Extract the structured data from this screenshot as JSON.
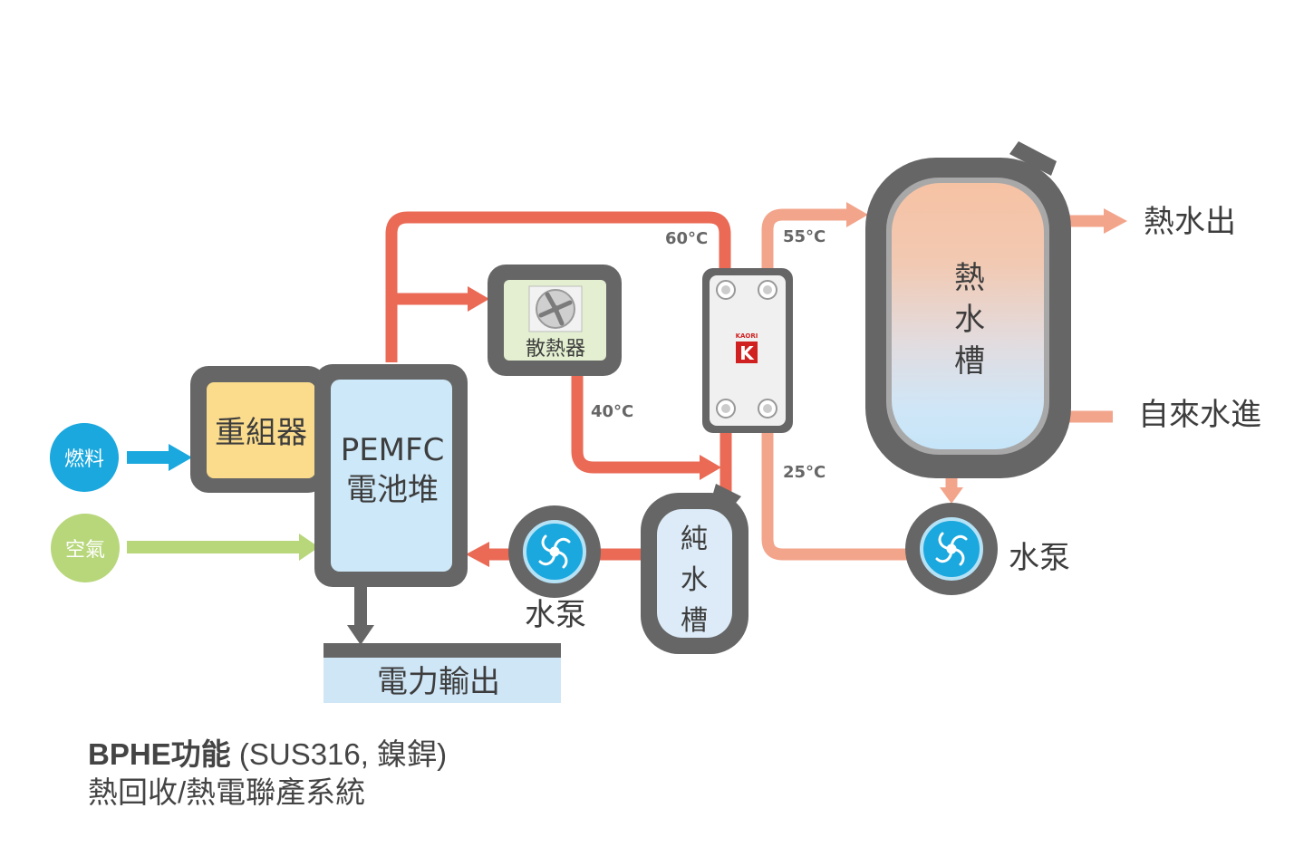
{
  "inputs": {
    "fuel": "燃料",
    "air": "空氣"
  },
  "components": {
    "reformer": "重組器",
    "stack_line1": "PEMFC",
    "stack_line2": "電池堆",
    "radiator": "散熱器",
    "pure_tank_chars": [
      "純",
      "水",
      "槽"
    ],
    "hot_tank_chars": [
      "熱",
      "水",
      "槽"
    ],
    "pump_left": "水泵",
    "pump_right": "水泵",
    "power_output": "電力輸出",
    "bphe_logo": "KAORI",
    "bphe_mark": "K"
  },
  "temperatures": {
    "t60": "60°C",
    "t55": "55°C",
    "t40": "40°C",
    "t25": "25°C"
  },
  "outputs": {
    "hot_water_out": "熱水出",
    "tap_water_in": "自來水進"
  },
  "caption": {
    "title_bold": "BPHE功能",
    "title_rest": " (SUS316, 鎳銲)",
    "subtitle": "熱回收/熱電聯產系統"
  },
  "colors": {
    "hot_pipe": "#ea6a55",
    "warm_pipe": "#f3a58b",
    "fuel": "#1aa8de",
    "air": "#b7d77a",
    "frame": "#666666",
    "reformer_fill": "#fbdc8c",
    "stack_fill": "#cde8f8",
    "radiator_fill": "#e3efd0",
    "power_fill": "#cfe6f7"
  }
}
